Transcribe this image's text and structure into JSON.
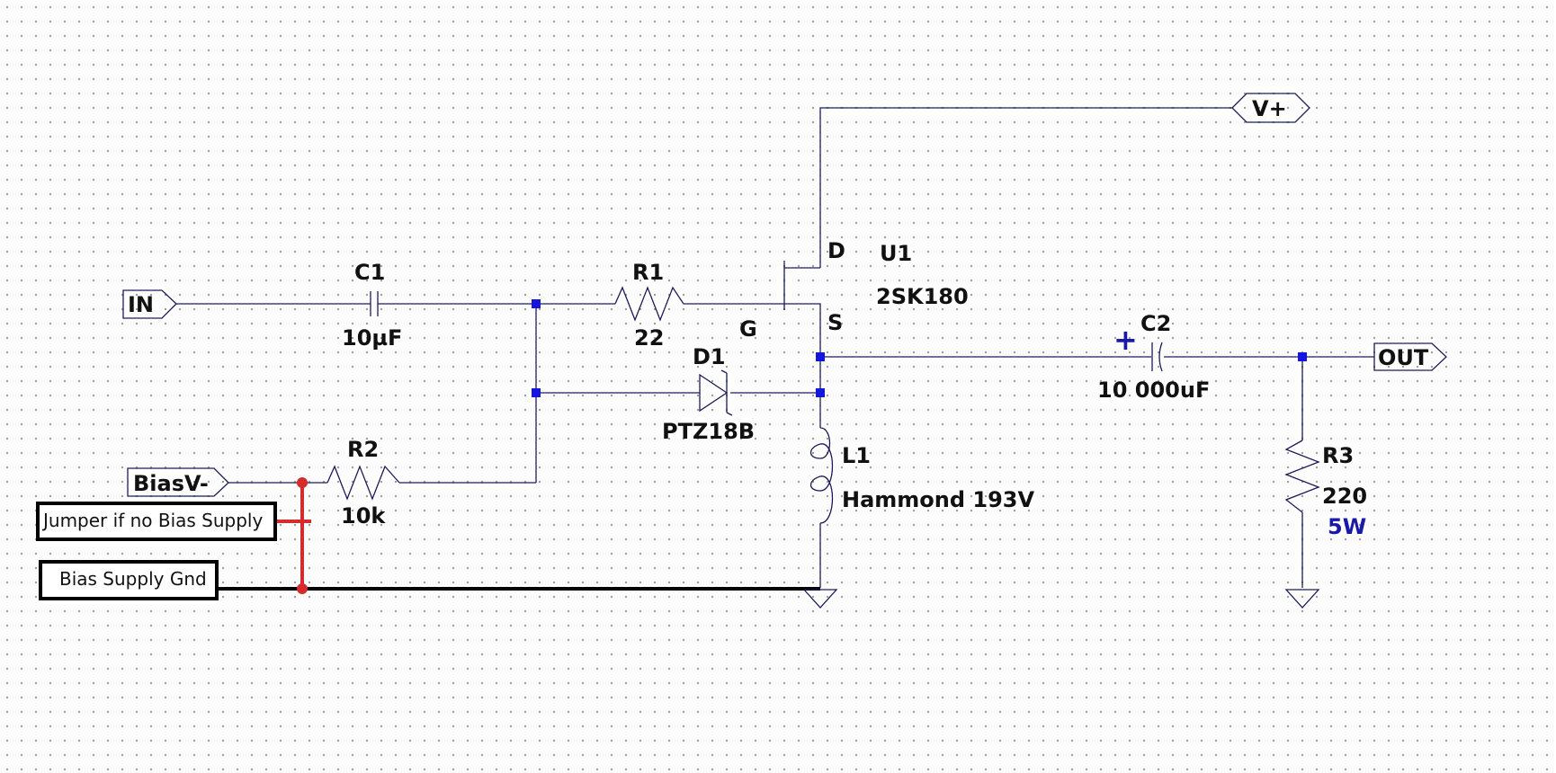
{
  "ports": {
    "in": "IN",
    "out": "OUT",
    "vplus": "V+",
    "bias": "BiasV-"
  },
  "notes": {
    "jumper": "Jumper if no Bias Supply",
    "bias_gnd": "Bias Supply Gnd"
  },
  "components": {
    "c1": {
      "ref": "C1",
      "value": "10µF"
    },
    "r1": {
      "ref": "R1",
      "value": "22"
    },
    "r2": {
      "ref": "R2",
      "value": "10k"
    },
    "d1": {
      "ref": "D1",
      "value": "PTZ18B"
    },
    "u1": {
      "ref": "U1",
      "value": "2SK180",
      "pin_d": "D",
      "pin_g": "G",
      "pin_s": "S"
    },
    "c2": {
      "ref": "C2",
      "value": "10 000uF",
      "polarity": "+"
    },
    "l1": {
      "ref": "L1",
      "value": "Hammond 193V"
    },
    "r3": {
      "ref": "R3",
      "value": "220",
      "power": "5W"
    }
  },
  "colors": {
    "wire": "#1a1a5a",
    "junction": "#1515e0",
    "jumper": "#d42b2b",
    "power_rating": "#1a1aa8"
  }
}
